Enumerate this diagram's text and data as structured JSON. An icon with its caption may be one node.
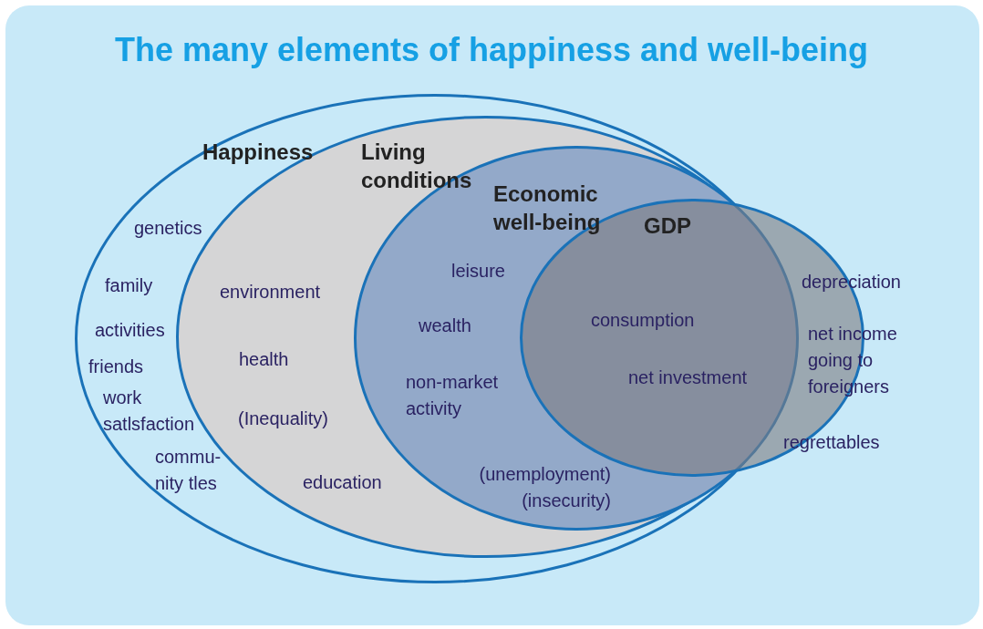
{
  "diagram": {
    "title": "The many elements of happiness and well-being",
    "nodes": [
      {
        "text": [
          "Happiness"
        ]
      },
      {
        "text": [
          "Living conditions"
        ],
        "in": 0
      },
      {
        "text": [
          "Economic well-being"
        ],
        "in": 1
      },
      {
        "text": [
          "GDP"
        ]
      }
    ],
    "labels": [
      "genetics",
      "family",
      "activities",
      "friends",
      "work satlsfaction",
      "commu- nity tles",
      "environment",
      "health",
      "(Inequality)",
      "education",
      "leisure",
      "wealth",
      "non-market activity",
      "(unemployment) (insecurity)",
      "consumption",
      "net investment",
      "depreciation",
      "net income going to foreigners",
      "regrettables"
    ]
  }
}
